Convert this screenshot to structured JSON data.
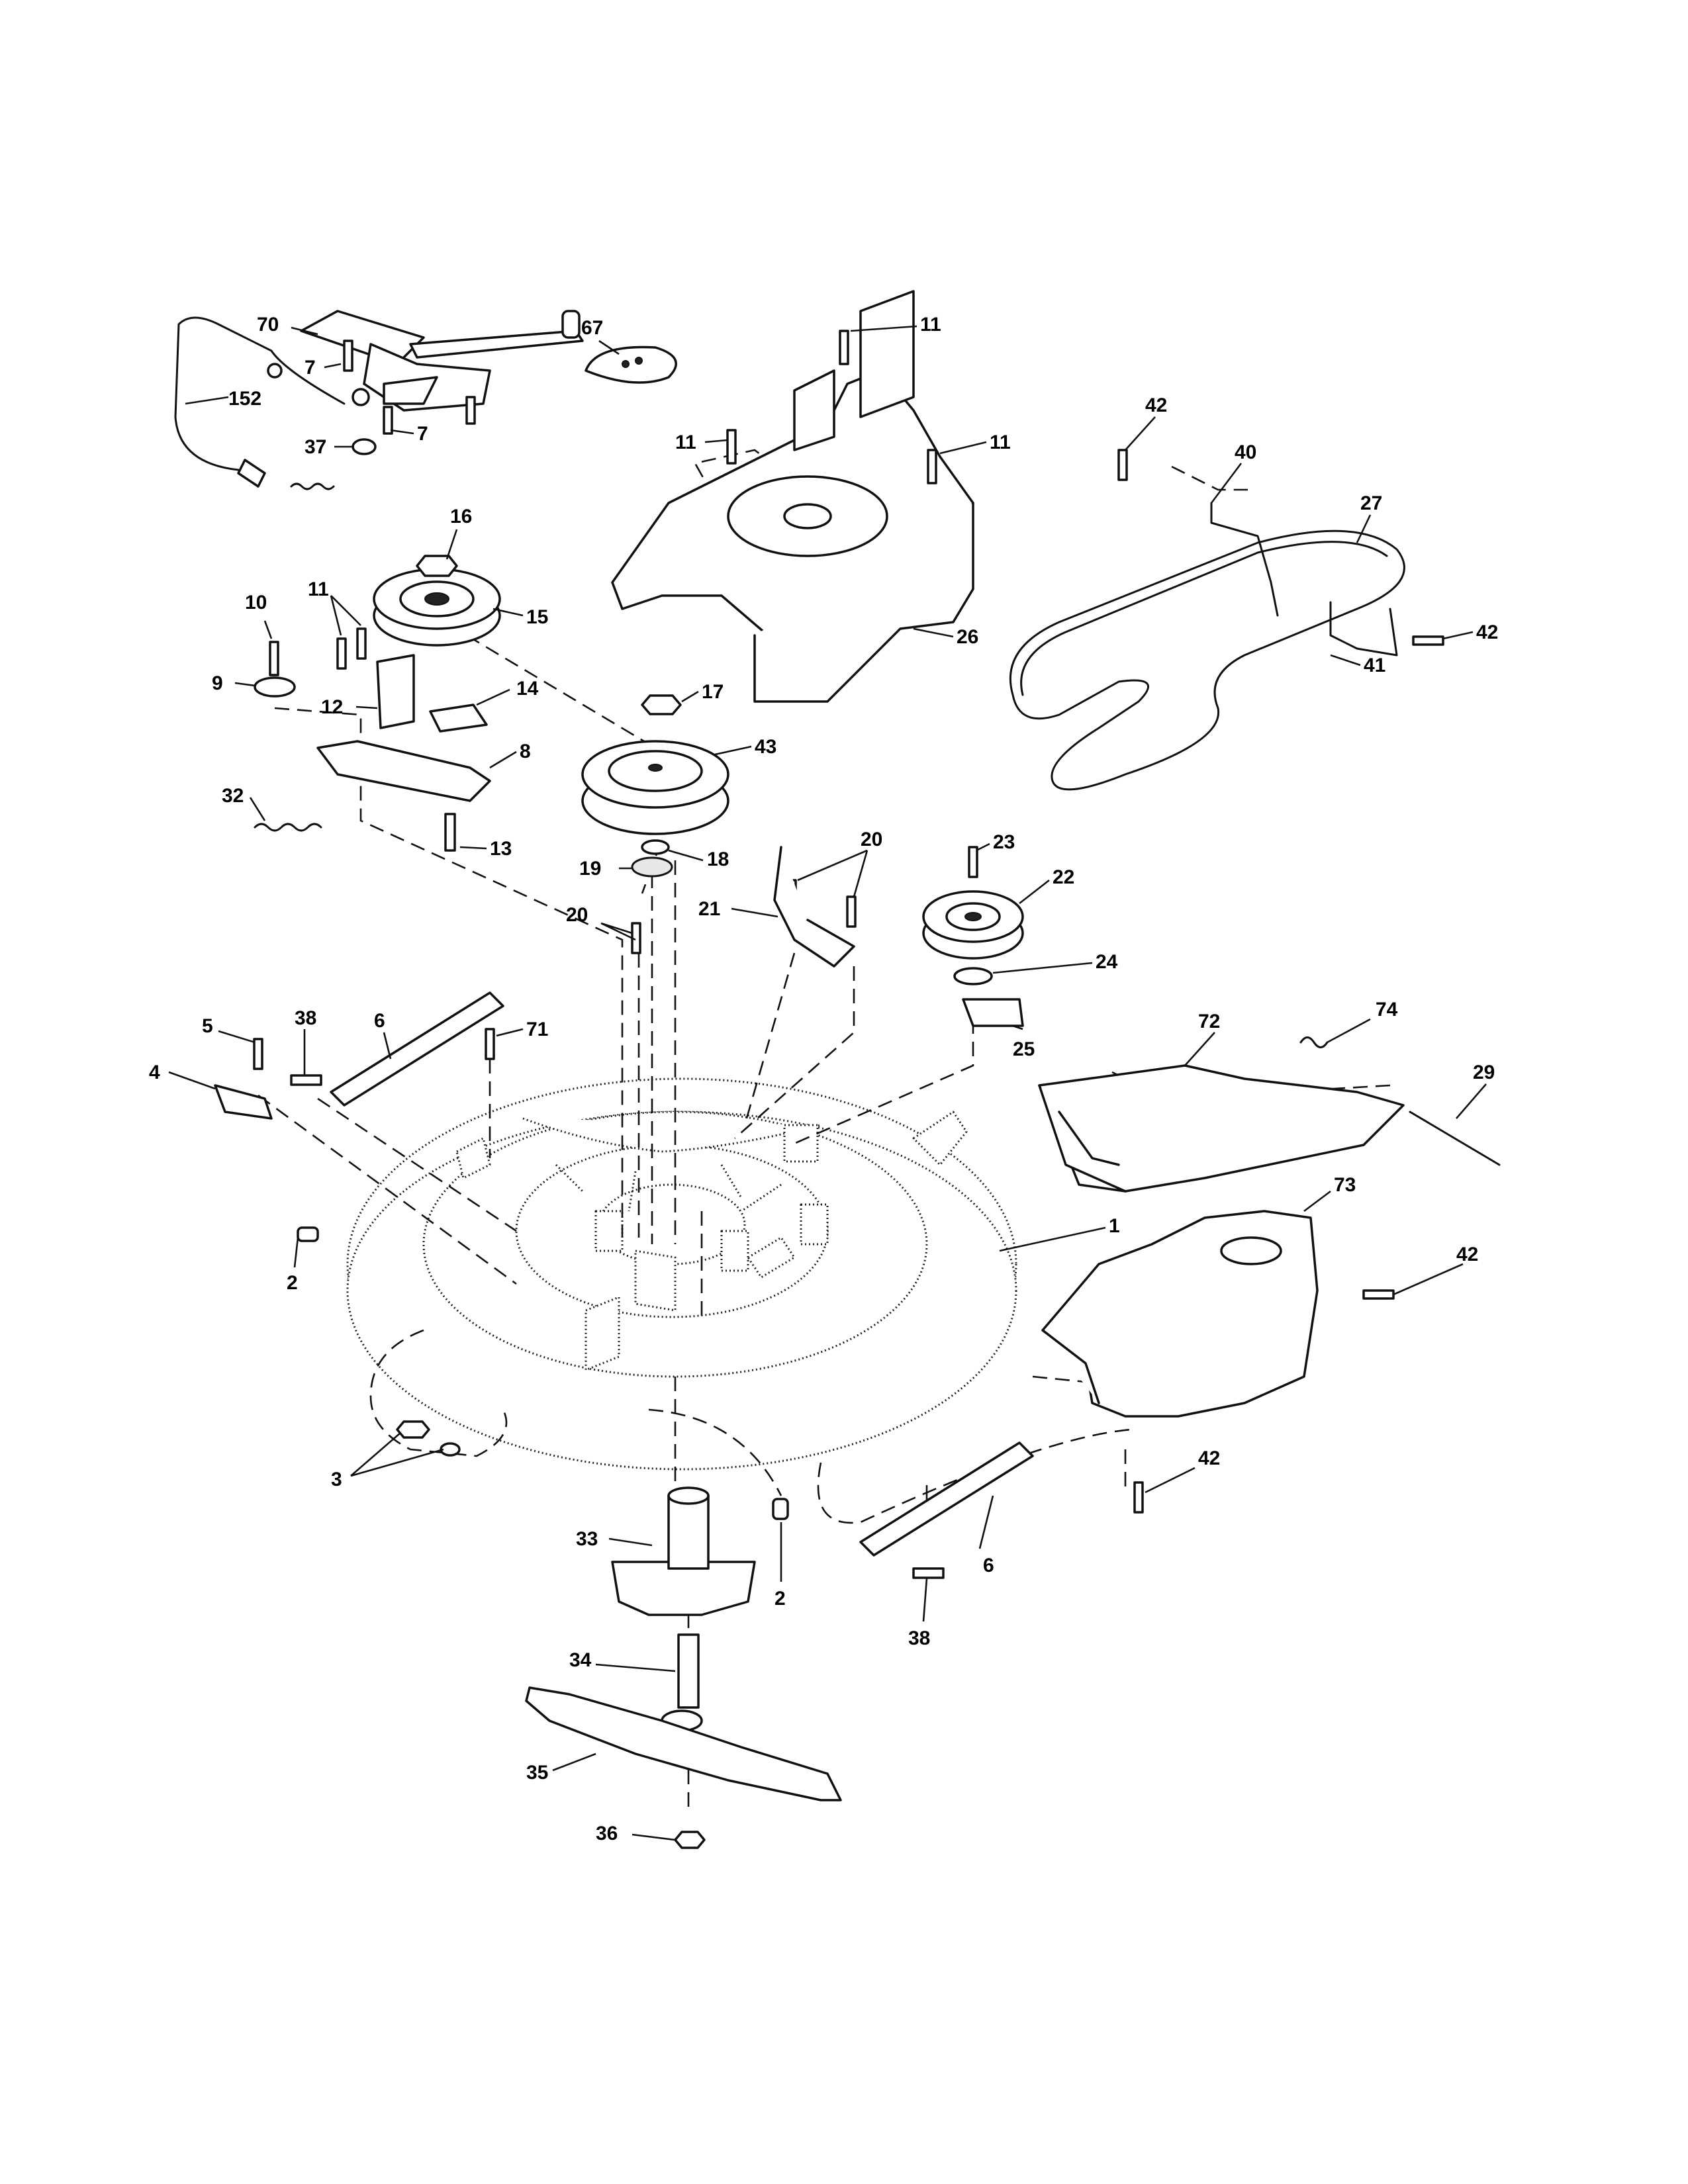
{
  "callouts": {
    "c70": "70",
    "c67": "67",
    "c7a": "7",
    "c7b": "7",
    "c152": "152",
    "c37": "37",
    "c16": "16",
    "c15": "15",
    "c11a": "11",
    "c10": "10",
    "c9": "9",
    "c12": "12",
    "c14": "14",
    "c8": "8",
    "c32": "32",
    "c13": "13",
    "c11b": "11",
    "c11c": "11",
    "c11d": "11",
    "c26": "26",
    "c42a": "42",
    "c40": "40",
    "c27": "27",
    "c42b": "42",
    "c41": "41",
    "c17": "17",
    "c43": "43",
    "c18": "18",
    "c19": "19",
    "c20a": "20",
    "c21": "21",
    "c20b": "20",
    "c23": "23",
    "c22": "22",
    "c24": "24",
    "c25": "25",
    "c5": "5",
    "c38a": "38",
    "c6a": "6",
    "c71": "71",
    "c4": "4",
    "c72": "72",
    "c74": "74",
    "c29": "29",
    "c1": "1",
    "c73": "73",
    "c42c": "42",
    "c2a": "2",
    "c3": "3",
    "c42d": "42",
    "c33": "33",
    "c2b": "2",
    "c6b": "6",
    "c38b": "38",
    "c34": "34",
    "c35": "35",
    "c36": "36"
  }
}
